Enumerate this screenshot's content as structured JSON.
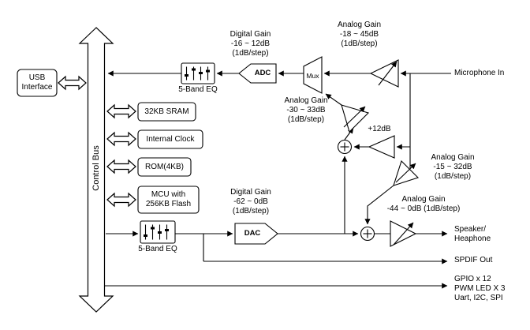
{
  "diagram": {
    "control_bus": "Control Bus",
    "usb": "USB\nInterface",
    "peripherals": [
      {
        "label": "32KB SRAM"
      },
      {
        "label": "Internal Clock"
      },
      {
        "label": "ROM(4KB)"
      },
      {
        "label": "MCU with\n256KB Flash"
      }
    ],
    "record_path": {
      "eq": "5-Band EQ",
      "adc": "ADC",
      "mux": "Mux",
      "digital_gain": "Digital Gain\n-16 ~ 12dB\n(1dB/step)",
      "mic_gain": "Analog Gain\n-18 ~ 45dB\n(1dB/step)",
      "mic_in": "Microphone In",
      "aux_gain": "Analog Gain\n-30 ~ 33dB\n(1dB/step)",
      "boost": "+12dB",
      "bypass_gain": "Analog Gain\n-15 ~ 32dB\n(1dB/step)"
    },
    "playback_path": {
      "eq": "5-Band EQ",
      "dac": "DAC",
      "digital_gain": "Digital Gain\n-62 ~ 0dB\n(1dB/step)",
      "speaker_gain": "Analog Gain\n-44 ~ 0dB (1dB/step)",
      "speaker": "Speaker/\nHeaphone",
      "spdif": "SPDIF Out",
      "gpio": "GPIO x 12\nPWM LED X 3\nUart, I2C, SPI"
    }
  }
}
